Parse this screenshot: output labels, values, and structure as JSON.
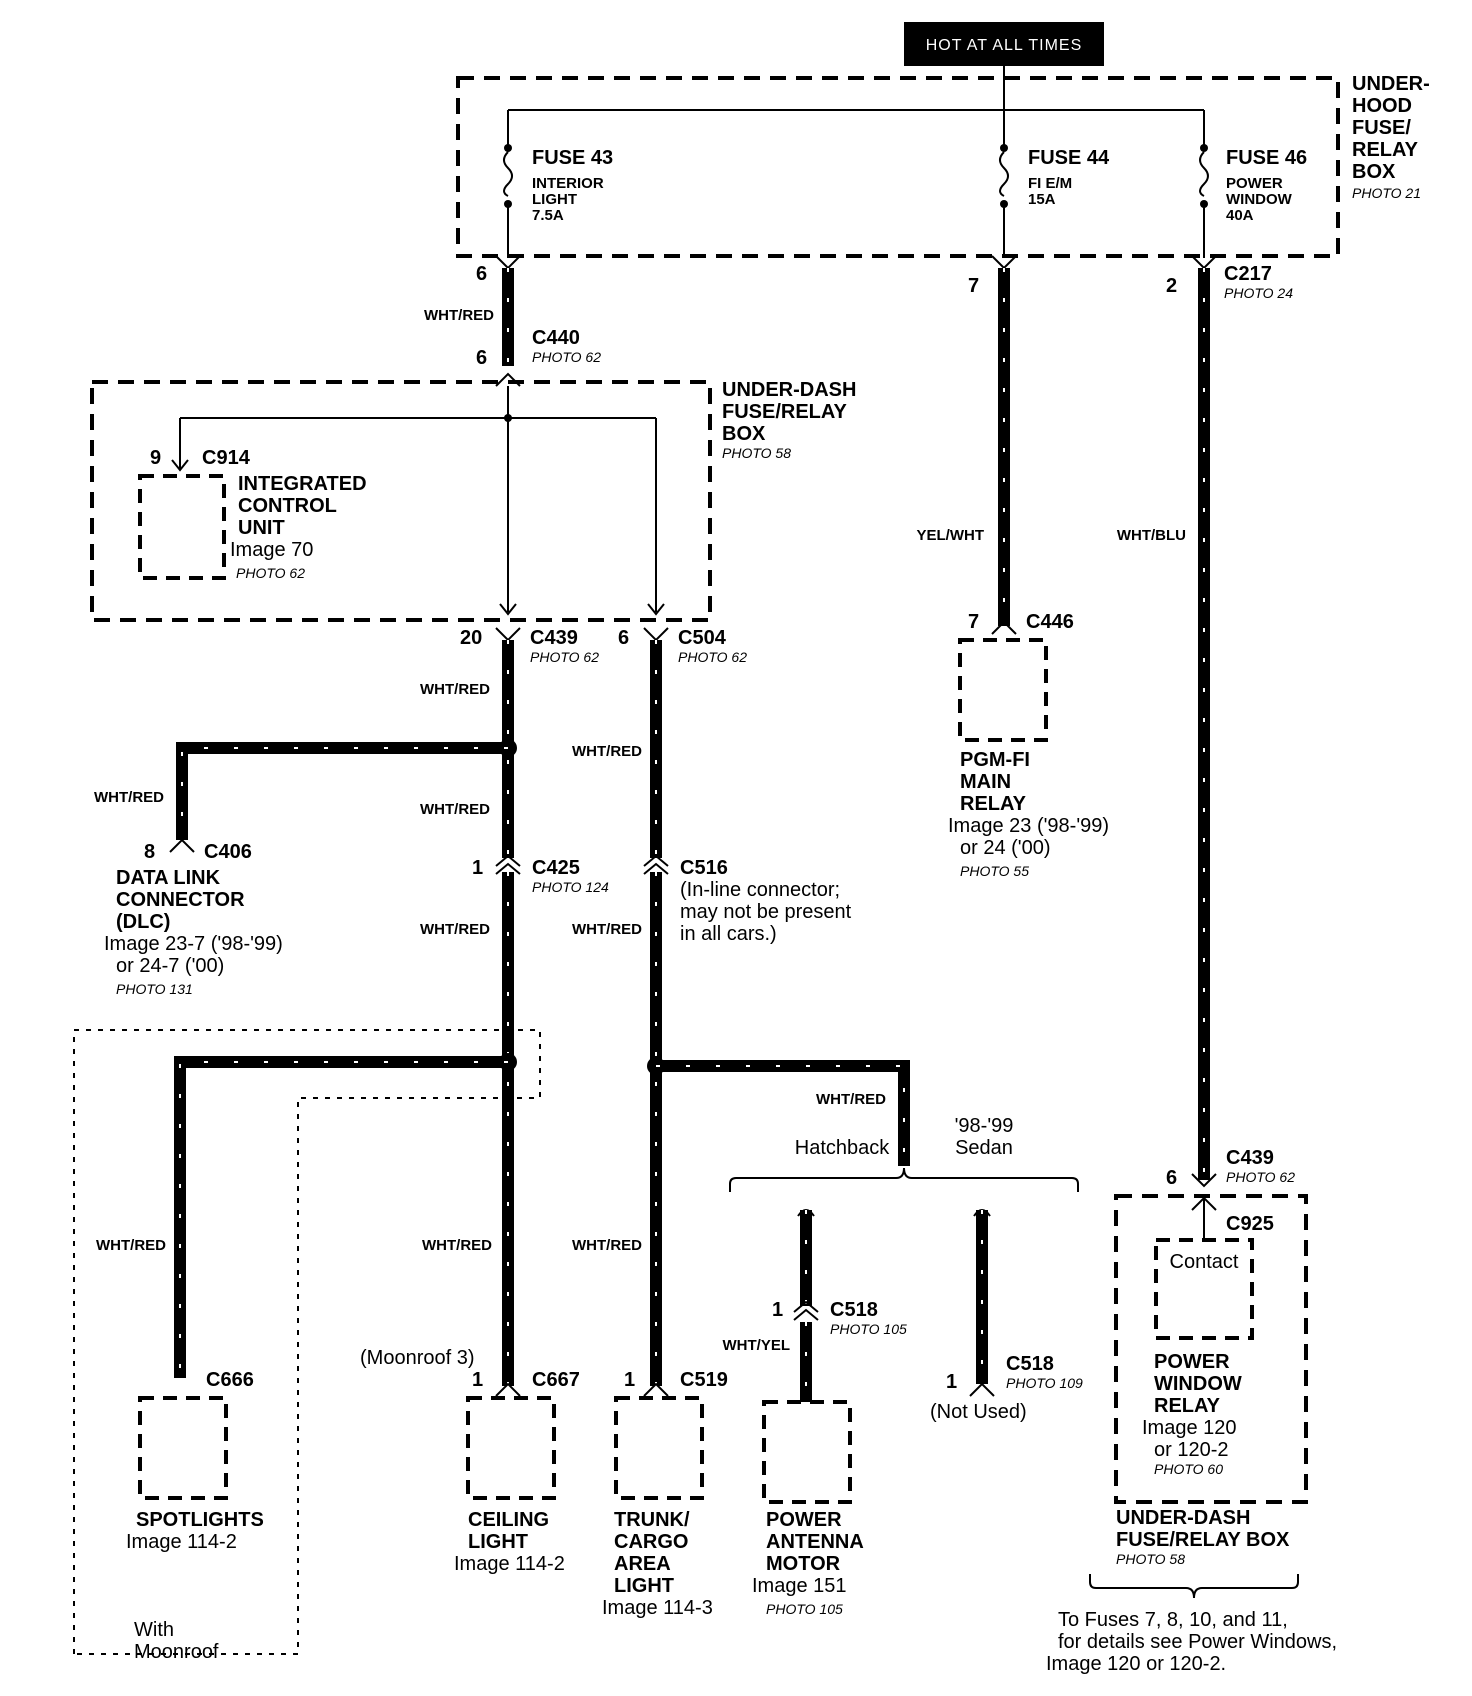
{
  "header": {
    "hot_label": "HOT AT ALL TIMES"
  },
  "underhood": {
    "title_lines": [
      "UNDER-",
      "HOOD",
      "FUSE/",
      "RELAY",
      "BOX"
    ],
    "photo": "PHOTO 21",
    "fuses": [
      {
        "name": "FUSE 43",
        "lines": [
          "INTERIOR",
          "LIGHT",
          "7.5A"
        ]
      },
      {
        "name": "FUSE 44",
        "lines": [
          "FI E/M",
          "15A"
        ]
      },
      {
        "name": "FUSE 46",
        "lines": [
          "POWER",
          "WINDOW",
          "40A"
        ]
      }
    ]
  },
  "connectors": {
    "c217": {
      "id": "C217",
      "photo": "PHOTO 24",
      "pins": [
        "6",
        "7",
        "2"
      ]
    },
    "c440": {
      "id": "C440",
      "photo": "PHOTO 62",
      "pin": "6"
    },
    "c914": {
      "id": "C914",
      "pin": "9"
    },
    "c439a": {
      "id": "C439",
      "photo": "PHOTO 62",
      "pin": "20"
    },
    "c504": {
      "id": "C504",
      "photo": "PHOTO 62",
      "pin": "6"
    },
    "c446": {
      "id": "C446",
      "pin": "7"
    },
    "c406": {
      "id": "C406",
      "pin": "8"
    },
    "c425": {
      "id": "C425",
      "photo": "PHOTO 124",
      "pin": "1"
    },
    "c516": {
      "id": "C516",
      "note_lines": [
        "(In-line connector;",
        "may not be present",
        "in all cars.)"
      ]
    },
    "c439b": {
      "id": "C439",
      "photo": "PHOTO 62",
      "pin": "6"
    },
    "c925": {
      "id": "C925"
    },
    "c518a": {
      "id": "C518",
      "photo": "PHOTO 105",
      "pin": "1"
    },
    "c518b": {
      "id": "C518",
      "photo": "PHOTO 109",
      "pin": "1",
      "note": "(Not Used)"
    },
    "c666": {
      "id": "C666"
    },
    "c667": {
      "id": "C667",
      "pin": "1",
      "note": "(Moonroof 3)"
    },
    "c519": {
      "id": "C519",
      "pin": "1"
    }
  },
  "underdash": {
    "title_lines": [
      "UNDER-DASH",
      "FUSE/RELAY",
      "BOX"
    ],
    "photo": "PHOTO 58",
    "bottom_title_lines": [
      "UNDER-DASH",
      "FUSE/RELAY BOX"
    ],
    "bottom_photo": "PHOTO 58"
  },
  "components": {
    "icu": {
      "lines": [
        "INTEGRATED",
        "CONTROL",
        "UNIT"
      ],
      "image": "Image 70",
      "photo": "PHOTO 62"
    },
    "pgmfi": {
      "lines": [
        "PGM-FI",
        "MAIN",
        "RELAY"
      ],
      "image_lines": [
        "Image 23 ('98-'99)",
        "or 24 ('00)"
      ],
      "photo": "PHOTO 55"
    },
    "dlc": {
      "lines": [
        "DATA LINK",
        "CONNECTOR",
        "(DLC)"
      ],
      "image_lines": [
        "Image 23-7 ('98-'99)",
        "or 24-7 ('00)"
      ],
      "photo": "PHOTO 131"
    },
    "spotlights": {
      "lines": [
        "SPOTLIGHTS"
      ],
      "image": "Image 114-2"
    },
    "ceiling": {
      "lines": [
        "CEILING",
        "LIGHT"
      ],
      "image": "Image 114-2"
    },
    "trunk": {
      "lines": [
        "TRUNK/",
        "CARGO",
        "AREA",
        "LIGHT"
      ],
      "image": "Image 114-3"
    },
    "antenna": {
      "lines": [
        "POWER",
        "ANTENNA",
        "MOTOR"
      ],
      "image": "Image 151",
      "photo": "PHOTO 105"
    },
    "pwrelay": {
      "contact": "Contact",
      "lines": [
        "POWER",
        "WINDOW",
        "RELAY"
      ],
      "image_lines": [
        "Image 120",
        "or 120-2"
      ],
      "photo": "PHOTO 60"
    }
  },
  "wires": {
    "wht_red": "WHT/RED",
    "yel_wht": "YEL/WHT",
    "wht_blu": "WHT/BLU",
    "wht_yel": "WHT/YEL"
  },
  "variants": {
    "hatchback": "Hatchback",
    "sedan_lines": [
      "'98-'99",
      "Sedan"
    ],
    "moonroof_lines": [
      "With",
      "Moonroof"
    ]
  },
  "footnote_lines": [
    "To Fuses 7, 8, 10, and 11,",
    "for details see Power Windows,",
    "Image 120 or 120-2."
  ]
}
